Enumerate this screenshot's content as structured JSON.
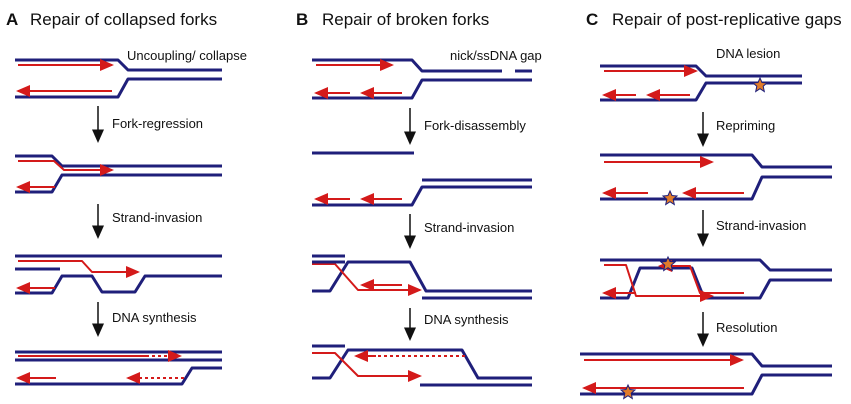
{
  "colors": {
    "parental_strand": "#1f1f7a",
    "nascent_strand": "#d41a1a",
    "lesion": "#e07b2a"
  },
  "panels": [
    {
      "letter": "A",
      "title": "Repair of collapsed forks",
      "top_label": "Uncoupling/ collapse",
      "steps": [
        "Fork-regression",
        "Strand-invasion",
        "DNA synthesis"
      ]
    },
    {
      "letter": "B",
      "title": "Repair of broken forks",
      "top_label": "nick/ssDNA gap",
      "steps": [
        "Fork-disassembly",
        "Strand-invasion",
        "DNA synthesis"
      ]
    },
    {
      "letter": "C",
      "title": "Repair of post-replicative gaps",
      "top_label": "DNA lesion",
      "steps": [
        "Repriming",
        "Strand-invasion",
        "Resolution"
      ]
    }
  ]
}
